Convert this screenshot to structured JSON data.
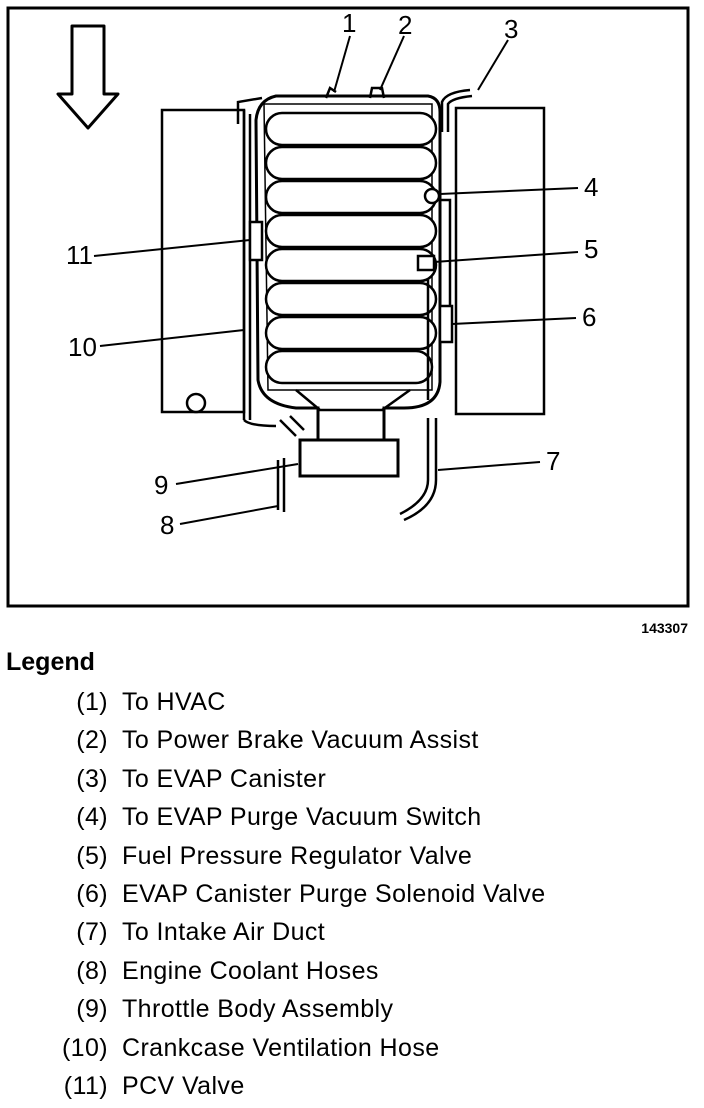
{
  "figure": {
    "id": "143307",
    "callouts": [
      "1",
      "2",
      "3",
      "4",
      "5",
      "6",
      "7",
      "8",
      "9",
      "10",
      "11"
    ]
  },
  "legend": {
    "title": "Legend",
    "items": [
      {
        "num": "(1)",
        "label": "To HVAC"
      },
      {
        "num": "(2)",
        "label": "To Power Brake Vacuum Assist"
      },
      {
        "num": "(3)",
        "label": "To EVAP Canister"
      },
      {
        "num": "(4)",
        "label": "To EVAP Purge Vacuum Switch"
      },
      {
        "num": "(5)",
        "label": "Fuel Pressure Regulator Valve"
      },
      {
        "num": "(6)",
        "label": "EVAP Canister Purge Solenoid Valve"
      },
      {
        "num": "(7)",
        "label": "To Intake Air Duct"
      },
      {
        "num": "(8)",
        "label": "Engine Coolant Hoses"
      },
      {
        "num": "(9)",
        "label": "Throttle Body Assembly"
      },
      {
        "num": "(10)",
        "label": "Crankcase Ventilation Hose"
      },
      {
        "num": "(11)",
        "label": "PCV Valve"
      }
    ]
  }
}
